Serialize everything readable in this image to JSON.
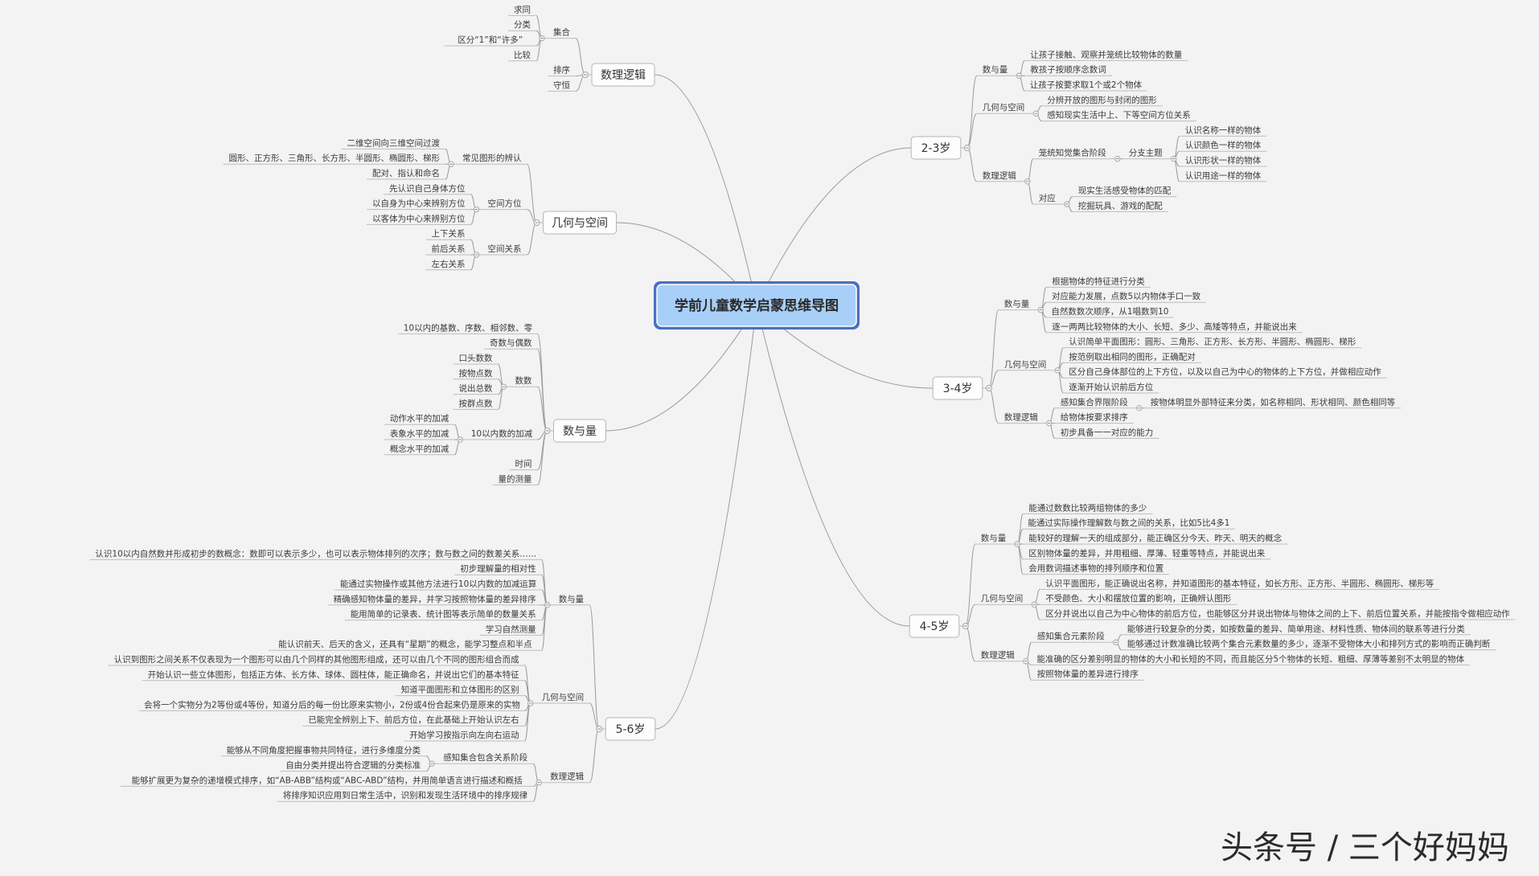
{
  "root": "学前儿童数学启蒙思维导图",
  "watermark": "头条号 / 三个好妈妈",
  "left": [
    {
      "label": "数理逻辑",
      "children": [
        {
          "label": "集合",
          "children": [
            {
              "label": "求同"
            },
            {
              "label": "分类"
            },
            {
              "label": "区分“1”和“许多”"
            },
            {
              "label": "比较"
            }
          ]
        },
        {
          "label": "排序"
        },
        {
          "label": "守恒"
        }
      ]
    },
    {
      "label": "几何与空间",
      "children": [
        {
          "label": "常见图形的辨认",
          "children": [
            {
              "label": "二维空间向三维空间过渡"
            },
            {
              "label": "圆形、正方形、三角形、长方形、半圆形、椭圆形、梯形"
            },
            {
              "label": "配对、指认和命名"
            }
          ]
        },
        {
          "label": "空间方位",
          "children": [
            {
              "label": "先认识自己身体方位"
            },
            {
              "label": "以自身为中心来辨别方位"
            },
            {
              "label": "以客体为中心来辨别方位"
            }
          ]
        },
        {
          "label": "空间关系",
          "children": [
            {
              "label": "上下关系"
            },
            {
              "label": "前后关系"
            },
            {
              "label": "左右关系"
            }
          ]
        }
      ]
    },
    {
      "label": "数与量",
      "children": [
        {
          "label": "10以内的基数、序数、相邻数、零"
        },
        {
          "label": "奇数与偶数"
        },
        {
          "label": "数数",
          "children": [
            {
              "label": "口头数数"
            },
            {
              "label": "按物点数"
            },
            {
              "label": "说出总数"
            },
            {
              "label": "按群点数"
            }
          ]
        },
        {
          "label": "10以内数的加减",
          "children": [
            {
              "label": "动作水平的加减"
            },
            {
              "label": "表象水平的加减"
            },
            {
              "label": "概念水平的加减"
            }
          ]
        },
        {
          "label": "时间"
        },
        {
          "label": "量的测量"
        }
      ]
    },
    {
      "label": "5-6岁",
      "children": [
        {
          "label": "数与量",
          "children": [
            {
              "label": "认识10以内自然数并形成初步的数概念：数即可以表示多少，也可以表示物体排列的次序；数与数之间的数差关系……"
            },
            {
              "label": "初步理解量的相对性"
            },
            {
              "label": "能通过实物操作或其他方法进行10以内数的加减运算"
            },
            {
              "label": "精确感知物体量的差异，并学习按照物体量的差异排序"
            },
            {
              "label": "能用简单的记录表、统计图等表示简单的数量关系"
            },
            {
              "label": "学习自然测量"
            },
            {
              "label": "能认识前天、后天的含义，还具有“星期”的概念，能学习整点和半点"
            }
          ]
        },
        {
          "label": "几何与空间",
          "children": [
            {
              "label": "认识到图形之间关系不仅表现为一个图形可以由几个同样的其他图形组成，还可以由几个不同的图形组合而成"
            },
            {
              "label": "开始认识一些立体图形，包括正方体、长方体、球体、圆柱体，能正确命名，并说出它们的基本特征"
            },
            {
              "label": "知道平面图形和立体图形的区别"
            },
            {
              "label": "会将一个实物分为2等份或4等份，知道分后的每一份比原来实物小，2份或4份合起来仍是原来的实物"
            },
            {
              "label": "已能完全辨别上下、前后方位，在此基础上开始认识左右"
            },
            {
              "label": "开始学习按指示向左向右运动"
            }
          ]
        },
        {
          "label": "数理逻辑",
          "children": [
            {
              "label": "感知集合包含关系阶段",
              "children": [
                {
                  "label": "能够从不同角度把握事物共同特征，进行多维度分类"
                },
                {
                  "label": "自由分类并提出符合逻辑的分类标准"
                }
              ]
            },
            {
              "label": "能够扩展更为复杂的递增模式排序，如“AB-ABB”结构或“ABC-ABD”结构，并用简单语言进行描述和概括"
            },
            {
              "label": "将排序知识应用到日常生活中，识别和发现生活环境中的排序规律"
            }
          ]
        }
      ]
    }
  ],
  "right": [
    {
      "label": "2-3岁",
      "children": [
        {
          "label": "数与量",
          "children": [
            {
              "label": "让孩子接触、观察并笼统比较物体的数量"
            },
            {
              "label": "教孩子按顺序念数词"
            },
            {
              "label": "让孩子按要求取1个或2个物体"
            }
          ]
        },
        {
          "label": "几何与空间",
          "children": [
            {
              "label": "分辨开放的图形与封闭的图形"
            },
            {
              "label": "感知现实生活中上、下等空间方位关系"
            }
          ]
        },
        {
          "label": "数理逻辑",
          "children": [
            {
              "label": "笼统知觉集合阶段",
              "children": [
                {
                  "label": "分支主题",
                  "children": [
                    {
                      "label": "认识名称一样的物体"
                    },
                    {
                      "label": "认识颜色一样的物体"
                    },
                    {
                      "label": "认识形状一样的物体"
                    },
                    {
                      "label": "认识用途一样的物体"
                    }
                  ]
                }
              ]
            },
            {
              "label": "对应",
              "children": [
                {
                  "label": "现实生活感受物体的匹配"
                },
                {
                  "label": "挖掘玩具、游戏的配配"
                }
              ]
            }
          ]
        }
      ]
    },
    {
      "label": "3-4岁",
      "children": [
        {
          "label": "数与量",
          "children": [
            {
              "label": "根据物体的特征进行分类"
            },
            {
              "label": "对应能力发展，点数5以内物体手口一致"
            },
            {
              "label": "自然数数次顺序，从1唱数到10"
            },
            {
              "label": "逐一两两比较物体的大小、长短、多少、高矮等特点，并能说出来"
            }
          ]
        },
        {
          "label": "几何与空间",
          "children": [
            {
              "label": "认识简单平面图形：圆形、三角形、正方形、长方形、半圆形、椭圆形、梯形"
            },
            {
              "label": "按范例取出相同的图形，正确配对"
            },
            {
              "label": "区分自己身体部位的上下方位，以及以自己为中心的物体的上下方位，并做相应动作"
            },
            {
              "label": "逐渐开始认识前后方位"
            }
          ]
        },
        {
          "label": "数理逻辑",
          "children": [
            {
              "label": "感知集合界限阶段",
              "children": [
                {
                  "label": "按物体明显外部特征来分类，如名称相同、形状相同、颜色相同等"
                }
              ]
            },
            {
              "label": "给物体按要求排序"
            },
            {
              "label": "初步具备一一对应的能力"
            }
          ]
        }
      ]
    },
    {
      "label": "4-5岁",
      "children": [
        {
          "label": "数与量",
          "children": [
            {
              "label": "能通过数数比较两组物体的多少"
            },
            {
              "label": "能通过实际操作理解数与数之间的关系，比如5比4多1"
            },
            {
              "label": "能较好的理解一天的组成部分，能正确区分今天、昨天、明天的概念"
            },
            {
              "label": "区别物体量的差异，并用粗细、厚薄、轻重等特点，并能说出来"
            },
            {
              "label": "会用数词描述事物的排列顺序和位置"
            }
          ]
        },
        {
          "label": "几何与空间",
          "children": [
            {
              "label": "认识平面图形，能正确说出名称，并知道图形的基本特征，如长方形、正方形、半圆形、椭圆形、梯形等"
            },
            {
              "label": "不受颜色、大小和摆放位置的影响，正确辨认图形"
            },
            {
              "label": "区分并说出以自己为中心物体的前后方位，也能够区分并说出物体与物体之间的上下、前后位置关系，并能按指令做相应动作"
            }
          ]
        },
        {
          "label": "数理逻辑",
          "children": [
            {
              "label": "感知集合元素阶段",
              "children": [
                {
                  "label": "能够进行较复杂的分类，如按数量的差异、简单用途、材料性质、物体间的联系等进行分类"
                },
                {
                  "label": "能够通过计数准确比较两个集合元素数量的多少，逐渐不受物体大小和排列方式的影响而正确判断"
                }
              ]
            },
            {
              "label": "能准确的区分差别明显的物体的大小和长短的不同，而且能区分5个物体的长短、粗细、厚薄等差别不太明显的物体"
            },
            {
              "label": "按照物体量的差异进行排序"
            }
          ]
        }
      ]
    }
  ],
  "colors": {
    "root_fill": "#a8cff7",
    "root_border": "#4a6fc2",
    "line": "#9a9a9a",
    "background": "#f3f3f3"
  }
}
